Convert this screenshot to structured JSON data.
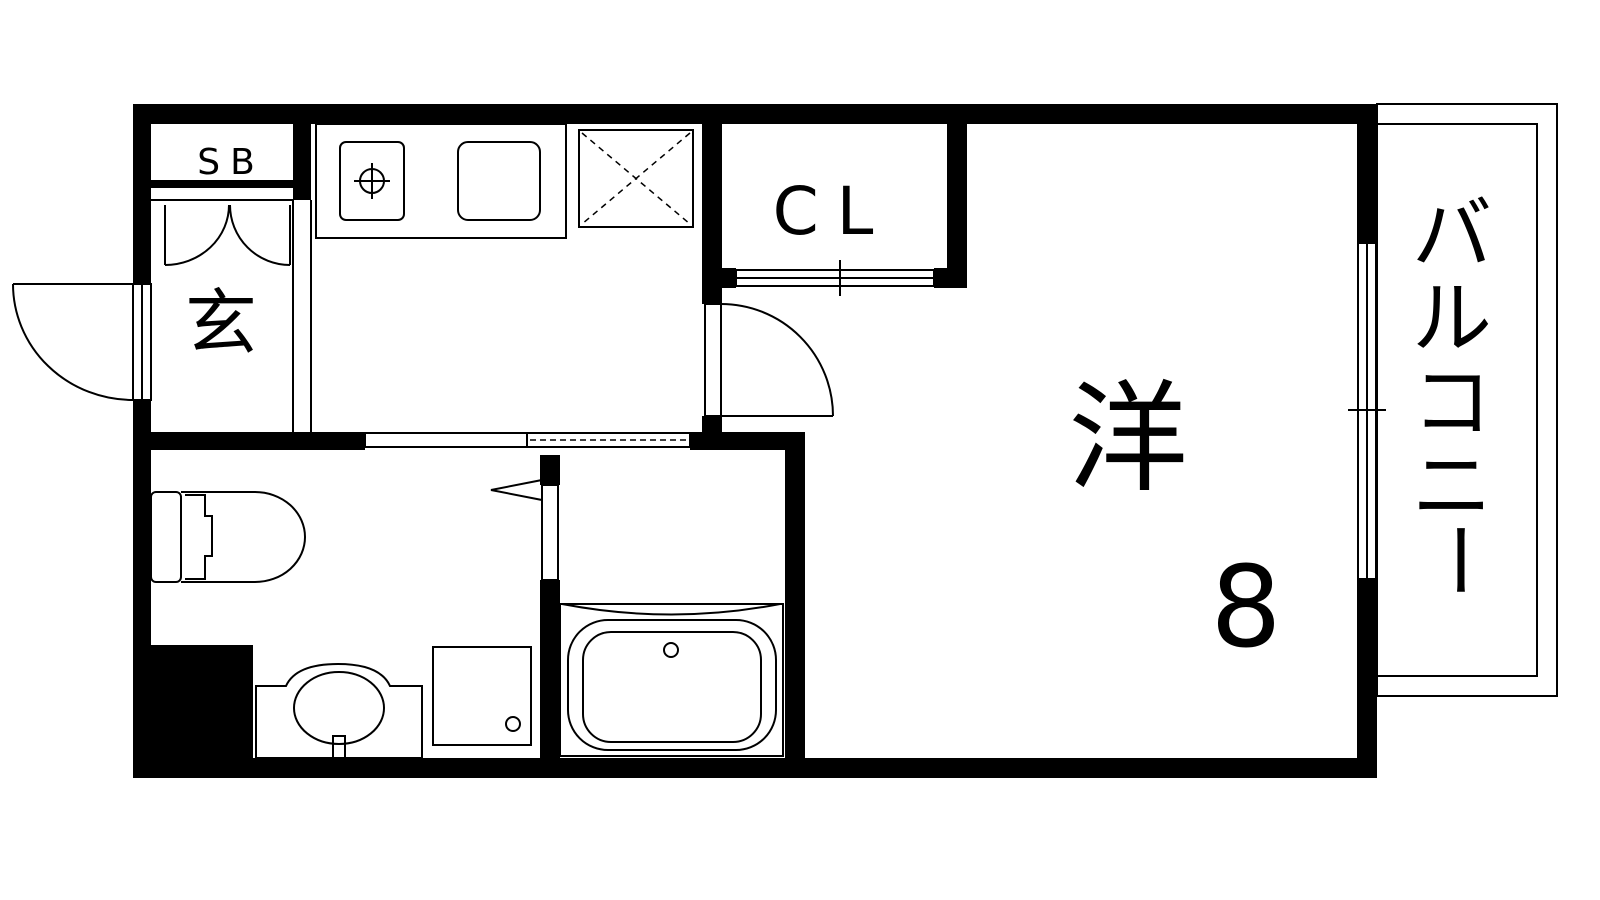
{
  "rooms": {
    "shoe_box": "SB",
    "entrance": "玄",
    "closet": "CL",
    "western_room": "洋",
    "room_size": "8",
    "balcony": [
      "バ",
      "ル",
      "コ",
      "ニ",
      "ー"
    ]
  },
  "colors": {
    "wall": "#000000",
    "line": "#000000",
    "background": "#ffffff"
  }
}
